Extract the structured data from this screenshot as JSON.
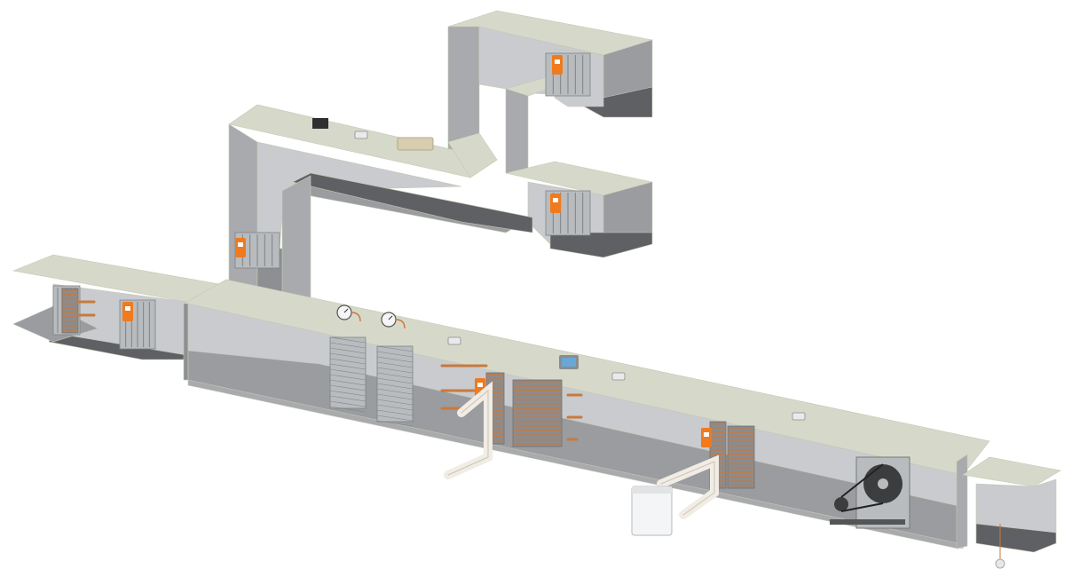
{
  "colors": {
    "background": "#ffffff",
    "duct_top": "#d6d9c9",
    "duct_top_edge": "#c4c8b5",
    "duct_side": "#a8aaad",
    "duct_side_dark": "#8d8f92",
    "duct_inner": "#c9cbce",
    "duct_floor": "#5e6063",
    "duct_floor_light": "#9a9c9f",
    "filter": "#b9bcbf",
    "filter_line": "#7f8285",
    "coil_copper": "#c87a3e",
    "coil_fin": "#8a8c8f",
    "pipe_insulation": "#f1ece4",
    "actuator": "#f07a1e",
    "sensor": "#e9eaec",
    "display": "#6aa6d8",
    "fan": "#3c3d3f",
    "humidifier": "#f4f5f6"
  },
  "components": [
    {
      "id": "outdoor-air-damper",
      "icon": "damper-actuator-icon"
    },
    {
      "id": "exhaust-air-damper",
      "icon": "damper-actuator-icon"
    },
    {
      "id": "supply-damper-upper",
      "icon": "damper-actuator-icon"
    },
    {
      "id": "supply-damper-lower",
      "icon": "damper-actuator-icon"
    },
    {
      "id": "mixing-damper",
      "icon": "damper-actuator-icon"
    },
    {
      "id": "heat-recovery-coil",
      "icon": "coil-icon"
    },
    {
      "id": "pre-filter",
      "icon": "filter-icon"
    },
    {
      "id": "fine-filter",
      "icon": "filter-icon"
    },
    {
      "id": "differential-pressure-gauge-1",
      "icon": "gauge-icon"
    },
    {
      "id": "differential-pressure-gauge-2",
      "icon": "gauge-icon"
    },
    {
      "id": "heating-coil",
      "icon": "coil-icon"
    },
    {
      "id": "cooling-coil",
      "icon": "coil-icon"
    },
    {
      "id": "control-display",
      "icon": "display-icon"
    },
    {
      "id": "humidifier",
      "icon": "humidifier-icon"
    },
    {
      "id": "supply-fan",
      "icon": "fan-icon"
    },
    {
      "id": "duct-sensor",
      "icon": "sensor-icon"
    },
    {
      "id": "airflow-meter",
      "icon": "flow-meter-icon"
    }
  ]
}
